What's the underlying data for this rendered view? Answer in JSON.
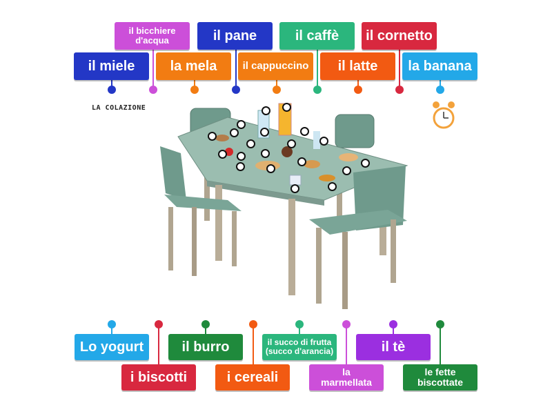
{
  "title": "LA COLAZIONE",
  "colors": {
    "dark_blue": "#2337c6",
    "purple_light": "#cc4fd9",
    "orange": "#f27c12",
    "teal": "#2bb67d",
    "red": "#d8283f",
    "orange_red": "#f25a12",
    "sky": "#23a8e8",
    "green": "#1f8a3c",
    "violet": "#9b2fe0"
  },
  "labels": [
    {
      "text": "il bicchiere d'acqua",
      "color": "#cc4fd9"
    },
    {
      "text": "il pane",
      "color": "#2337c6"
    },
    {
      "text": "il caffè",
      "color": "#2bb67d"
    },
    {
      "text": "il cornetto",
      "color": "#d8283f"
    },
    {
      "text": "il miele",
      "color": "#2337c6"
    },
    {
      "text": "la mela",
      "color": "#f27c12"
    },
    {
      "text": "il cappuccino",
      "color": "#f27c12"
    },
    {
      "text": "il latte",
      "color": "#f25a12"
    },
    {
      "text": "la banana",
      "color": "#23a8e8"
    },
    {
      "text": "Lo yogurt",
      "color": "#23a8e8"
    },
    {
      "text": "il burro",
      "color": "#1f8a3c"
    },
    {
      "text": "il succo di frutta (succo d'arancia)",
      "color": "#2bb67d"
    },
    {
      "text": "il tè",
      "color": "#9b2fe0"
    },
    {
      "text": "i biscotti",
      "color": "#d8283f"
    },
    {
      "text": "i cereali",
      "color": "#f25a12"
    },
    {
      "text": "la marmellata",
      "color": "#cc4fd9"
    },
    {
      "text": "le fette biscottate",
      "color": "#1f8a3c"
    }
  ],
  "pins": [
    {
      "color": "#2337c6"
    },
    {
      "color": "#cc4fd9"
    },
    {
      "color": "#f27c12"
    },
    {
      "color": "#2337c6"
    },
    {
      "color": "#f27c12"
    },
    {
      "color": "#2bb67d"
    },
    {
      "color": "#f25a12"
    },
    {
      "color": "#d8283f"
    },
    {
      "color": "#23a8e8"
    },
    {
      "color": "#23a8e8"
    },
    {
      "color": "#d8283f"
    },
    {
      "color": "#1f8a3c"
    },
    {
      "color": "#f25a12"
    },
    {
      "color": "#2bb67d"
    },
    {
      "color": "#cc4fd9"
    },
    {
      "color": "#9b2fe0"
    },
    {
      "color": "#1f8a3c"
    }
  ]
}
